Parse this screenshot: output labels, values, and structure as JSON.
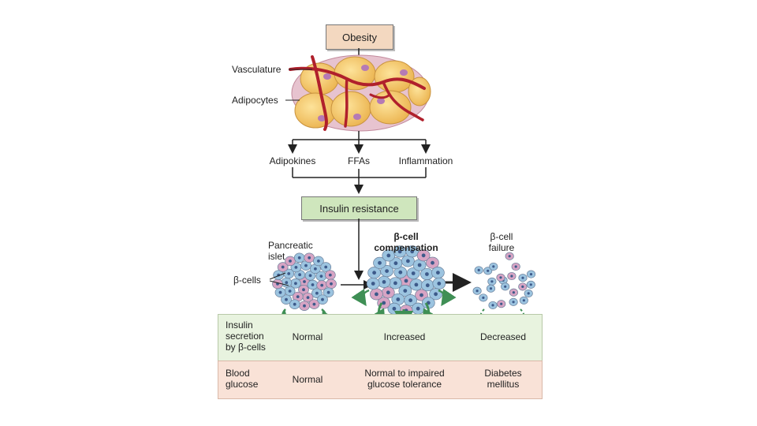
{
  "top": {
    "obesity": "Obesity"
  },
  "adipose": {
    "vasculature": "Vasculature",
    "adipocytes": "Adipocytes"
  },
  "mediators": [
    "Adipokines",
    "FFAs",
    "Inflammation"
  ],
  "center": {
    "insulin_resistance": "Insulin resistance"
  },
  "stages": {
    "islet_line1": "Pancreatic",
    "islet_line2": "islet",
    "beta_cells": "β-cells",
    "compensation_line1": "β-cell",
    "compensation_line2": "compensation",
    "failure_line1": "β-cell",
    "failure_line2": "failure"
  },
  "table": {
    "row1_header": [
      "Insulin",
      "secretion",
      "by β-cells"
    ],
    "row1_values": [
      "Normal",
      "Increased",
      "Decreased"
    ],
    "row2_header": [
      "Blood",
      "glucose"
    ],
    "row2_values": [
      [
        "Normal"
      ],
      [
        "Normal to impaired",
        "glucose tolerance"
      ],
      [
        "Diabetes",
        "mellitus"
      ]
    ]
  },
  "colors": {
    "obesity_box": "#f3d8c0",
    "insulin_box": "#cfe6bd",
    "adipocyte": "#f5c864",
    "vessel": "#b0202c",
    "beta_cell_blue": "#9cc4e0",
    "alpha_cell_pink": "#d7a4c4",
    "secretion_arrow": "#3f8f55",
    "row1_bg": "#e8f3df",
    "row2_bg": "#f9e2d7"
  }
}
